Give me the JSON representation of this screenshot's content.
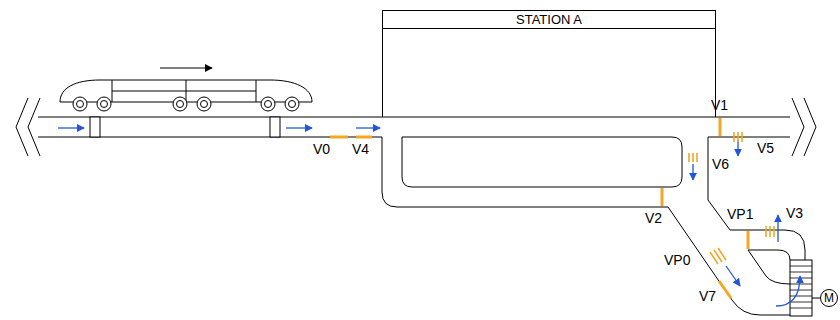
{
  "diagram": {
    "nodes": [
      {
        "text": [
          "STATION A"
        ]
      },
      {
        "text": [
          "M"
        ]
      }
    ],
    "labels": [
      "V0",
      "V4",
      "V1",
      "V5",
      "V6",
      "V2",
      "VP1",
      "V3",
      "VP0",
      "V7"
    ]
  }
}
